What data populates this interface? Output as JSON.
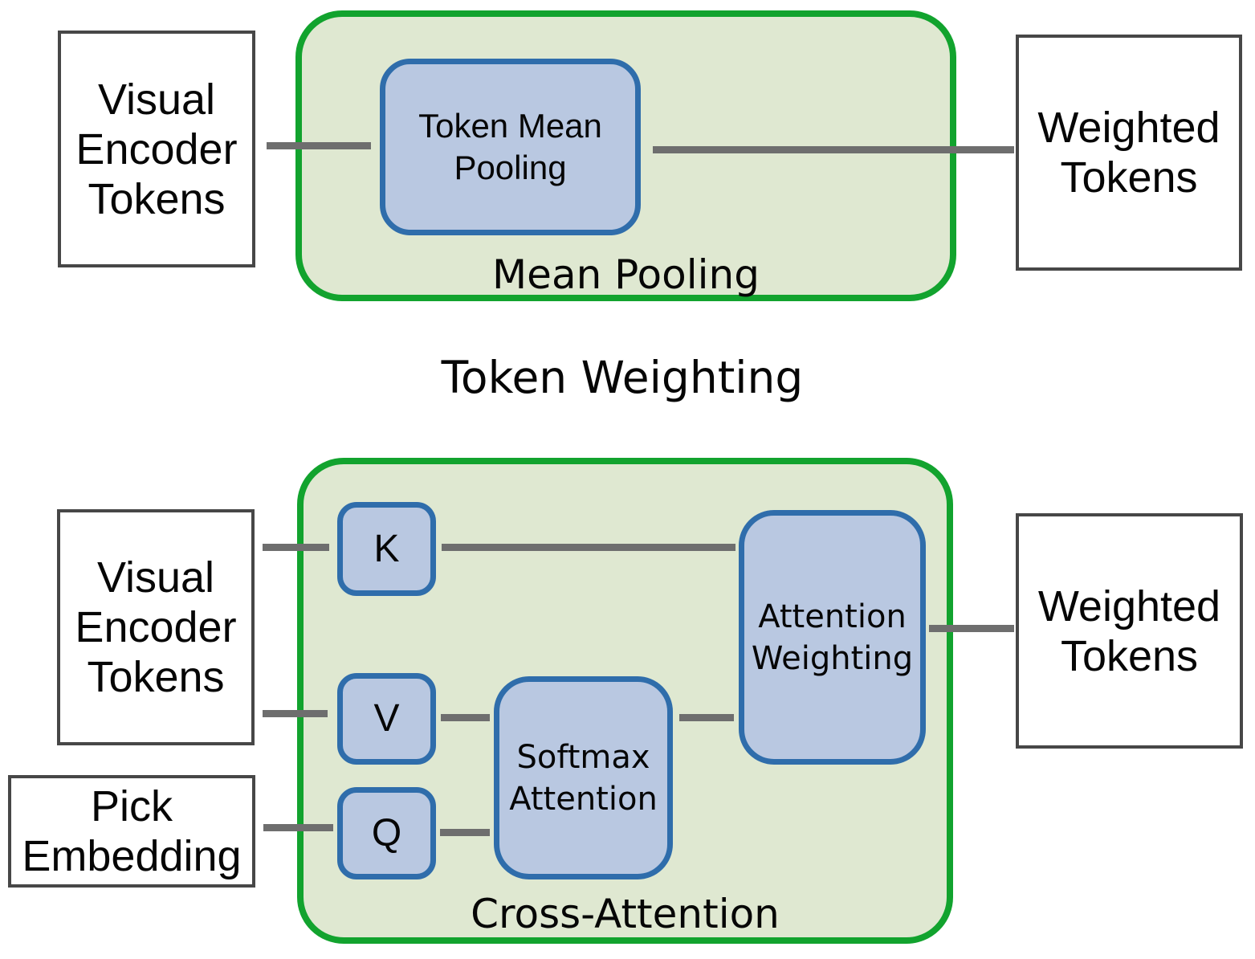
{
  "diagram": {
    "title": "Token Weighting",
    "top": {
      "group_label": "Mean Pooling",
      "input": "Visual\nEncoder\nTokens",
      "process": "Token Mean\nPooling",
      "output": "Weighted\nTokens"
    },
    "bottom": {
      "group_label": "Cross-Attention",
      "input_tokens": "Visual\nEncoder\nTokens",
      "input_pick": "Pick\nEmbedding",
      "k": "K",
      "v": "V",
      "q": "Q",
      "softmax": "Softmax\nAttention",
      "attention_weighting": "Attention\nWeighting",
      "output": "Weighted\nTokens"
    },
    "colors": {
      "group_border": "#12a32e",
      "group_fill": "#dfe8d1",
      "node_border": "#2f6dab",
      "node_fill": "#b9c8e1",
      "connector": "#6e6e6e"
    }
  }
}
